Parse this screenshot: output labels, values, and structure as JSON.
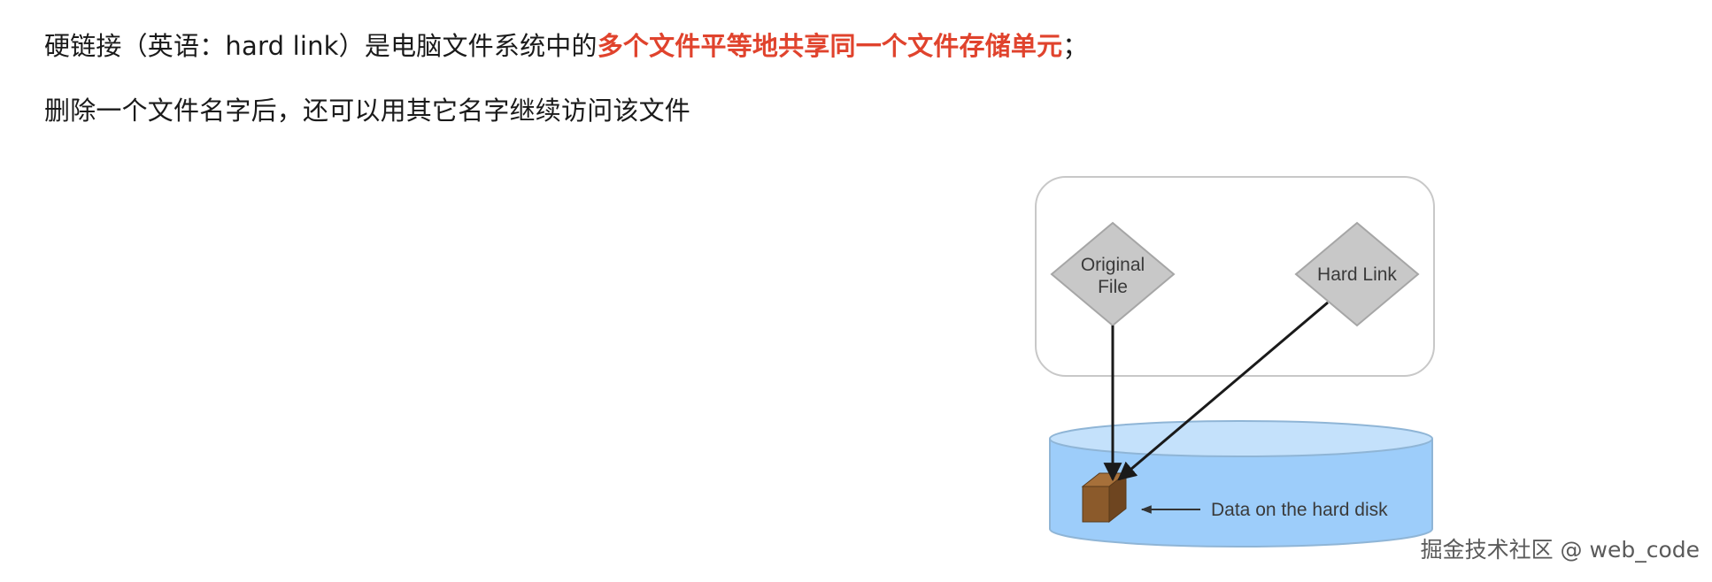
{
  "paragraph1": {
    "prefix": "硬链接（英语：hard link）是电脑文件系统中的",
    "highlight": "多个文件平等地共享同一个文件存储单元",
    "suffix": "；"
  },
  "paragraph2": {
    "text": "删除一个文件名字后，还可以用其它名字继续访问该文件"
  },
  "diagram": {
    "original_file_line1": "Original",
    "original_file_line2": "File",
    "hard_link_label": "Hard Link",
    "disk_label": "Data on the hard disk",
    "colors": {
      "diamond_fill": "#c8c8c8",
      "diamond_stroke": "#a6a6a6",
      "disk_body": "#9dcdfa",
      "disk_top": "#c4e1fb",
      "disk_stroke": "#8fb5d6",
      "cube_front": "#8b5a2b",
      "cube_top": "#a6703a",
      "cube_side": "#6e4520",
      "highlight_text": "#e0432d"
    }
  },
  "watermark": "掘金技术社区 @ web_code"
}
